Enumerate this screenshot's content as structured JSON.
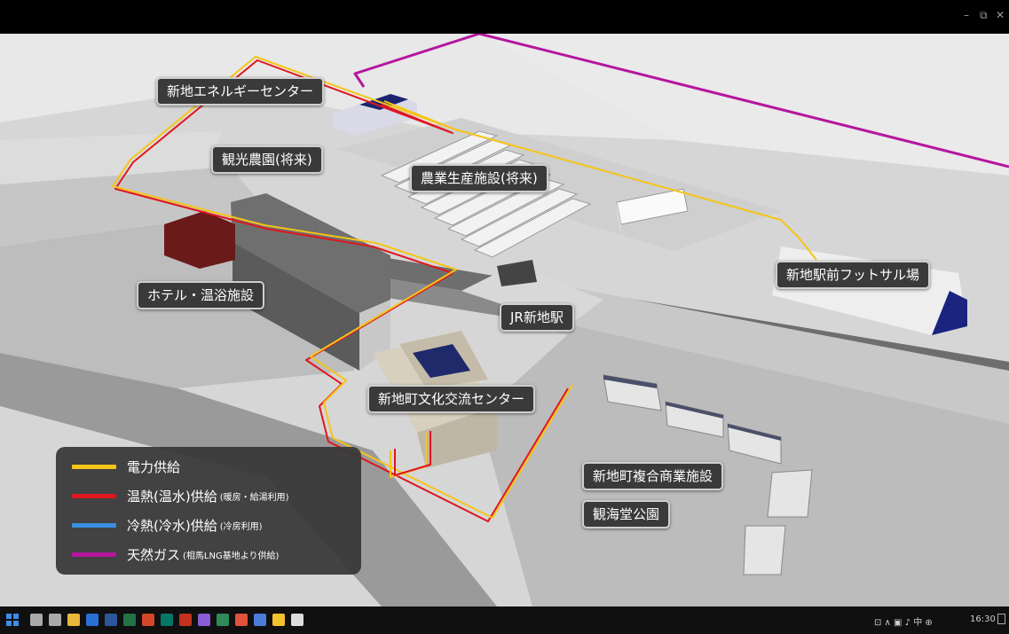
{
  "window": {
    "controls": [
      "–",
      "⧉",
      "✕"
    ]
  },
  "map": {
    "labels": {
      "energy_center": "新地エネルギーセンター",
      "tourist_farm": "観光農園(将来)",
      "agri_facility": "農業生産施設(将来)",
      "hotel": "ホテル・温浴施設",
      "futsal": "新地駅前フットサル場",
      "station": "JR新地駅",
      "culture_center": "新地町文化交流センター",
      "commercial": "新地町複合商業施設",
      "park": "観海堂公園"
    }
  },
  "legend": {
    "items": [
      {
        "key": "power",
        "label": "電力供給",
        "note": "",
        "color": "#f5c518"
      },
      {
        "key": "heat",
        "label": "温熱(温水)供給",
        "note": "(暖房・給湯利用)",
        "color": "#e0161f"
      },
      {
        "key": "cool",
        "label": "冷熱(冷水)供給",
        "note": "(冷房利用)",
        "color": "#3a8fe0"
      },
      {
        "key": "gas",
        "label": "天然ガス",
        "note": "(相馬LNG基地より供給)",
        "color": "#b5169e"
      }
    ]
  },
  "taskbar": {
    "tray_time": "16:30",
    "tray_icons": "⊡ ∧ ▣ ♪ 中 ⊕",
    "app_icons": [
      "search-icon",
      "task-view-icon",
      "explorer-icon",
      "outlook-icon",
      "word-icon",
      "excel-icon",
      "powerpoint-icon",
      "publisher-icon",
      "adobe-icon",
      "photos-icon",
      "maps-icon",
      "chrome-icon",
      "paint-icon",
      "notes-icon",
      "media-icon"
    ]
  }
}
